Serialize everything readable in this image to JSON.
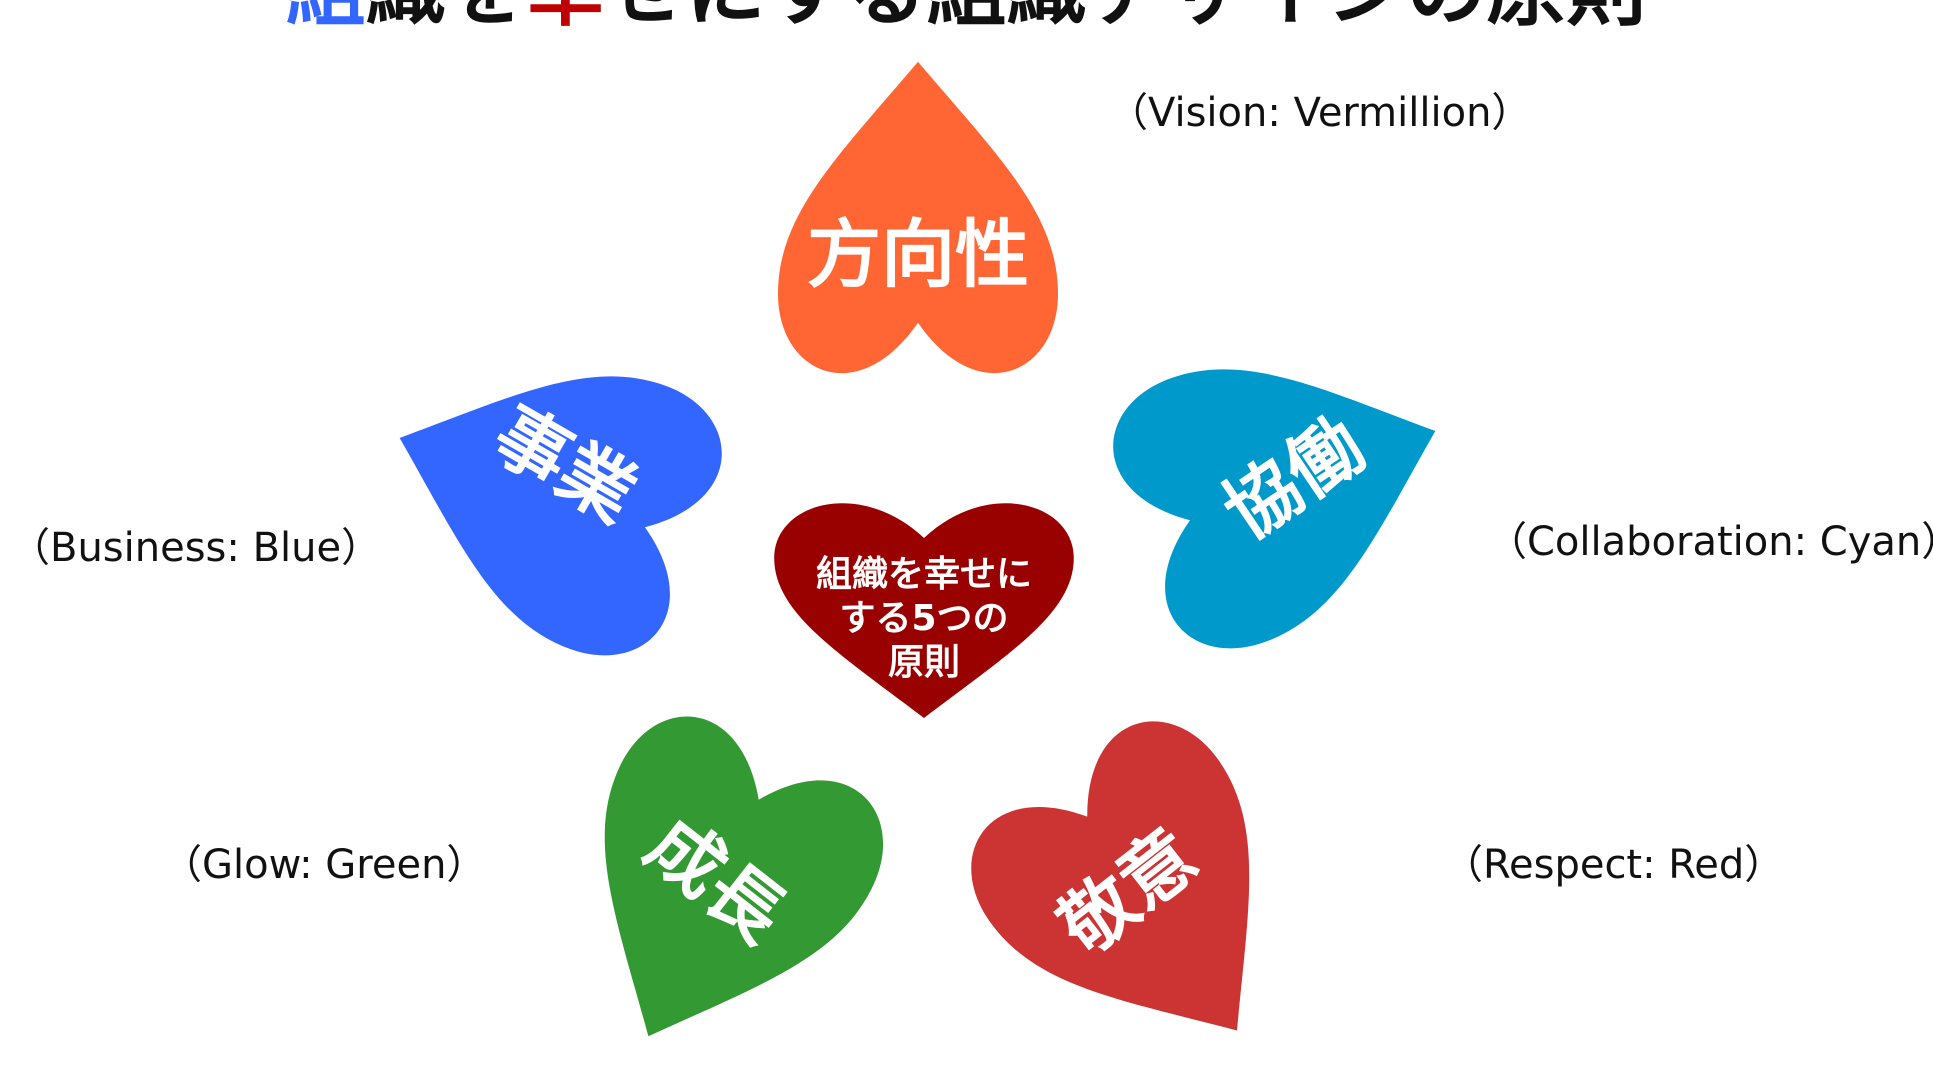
{
  "title": {
    "segments": [
      {
        "text": "組",
        "color": "#3366ff"
      },
      {
        "text": "織を",
        "color": "#111111"
      },
      {
        "text": "幸",
        "color": "#c00000"
      },
      {
        "text": "せにする組織デザインの原則",
        "color": "#111111"
      }
    ]
  },
  "center": {
    "lines": [
      "組織を幸せに",
      "する5つの",
      "原則"
    ],
    "color": "#990000"
  },
  "petals": [
    {
      "key": "vision",
      "label": "方向性",
      "caption": "（Vision: Vermillion）",
      "color": "#ff6633"
    },
    {
      "key": "collaboration",
      "label": "協働",
      "caption": "（Collaboration: Cyan）",
      "color": "#0099cc"
    },
    {
      "key": "respect",
      "label": "敬意",
      "caption": "（Respect: Red）",
      "color": "#cc3333"
    },
    {
      "key": "growth",
      "label": "成長",
      "caption": "（Glow: Green）",
      "color": "#339933"
    },
    {
      "key": "business",
      "label": "事業",
      "caption": "（Business: Blue）",
      "color": "#3366ff"
    }
  ]
}
